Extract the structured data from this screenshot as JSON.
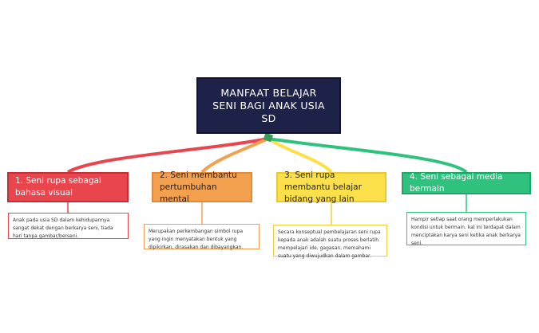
{
  "root": {
    "title": "MANFAAT BELAJAR SENI BAGI ANAK USIA SD"
  },
  "topics": [
    {
      "label": "1. Seni rupa sebagai bahasa visual",
      "color": "#e9454d",
      "note": "Anak pada usia SD dalam kehidupannya sangat dekat dengan berkarya seni, tiada hari tanpa gambar/berseni."
    },
    {
      "label": "2. Seni membantu pertumbuhan mental",
      "color": "#f3a04f",
      "note": "Merupakan perkembangan simbol rupa yang ingin menyatakan bentuk yang dipikirkan, dirasakan dan dibayangkan."
    },
    {
      "label": "3. Seni rupa membantu belajar bidang yang lain",
      "color": "#fbe04a",
      "note": "Secara konseptual pembelajaran seni rupa kepada anak adalah suatu proses berlatih mempelajari ide, gagasan, memahami suatu yang diwujudkan dalam gambar."
    },
    {
      "label": "4. Seni sebagai media bermain",
      "color": "#2fc27f",
      "note": "Hampir setiap saat orang memperlakukan kondisi untuk bermain. kal ini terdapat dalam menciptakan karya seni ketika anak berkarya seni."
    }
  ]
}
